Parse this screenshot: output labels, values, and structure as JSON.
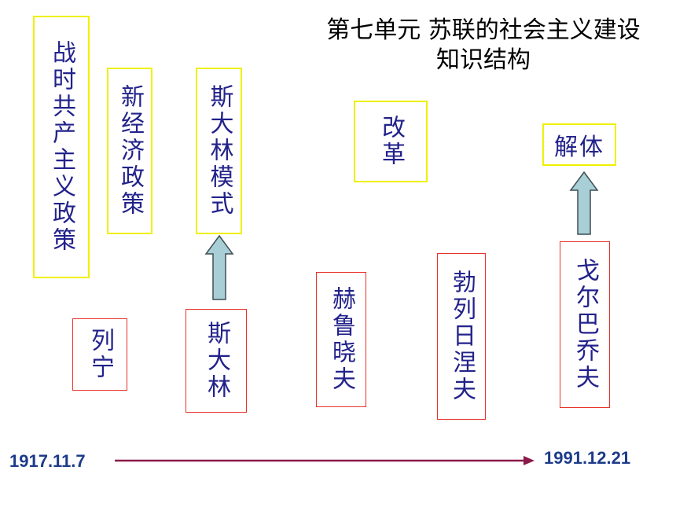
{
  "title": {
    "line1": "第七单元  苏联的社会主义建设",
    "line2": "知识结构"
  },
  "policies": {
    "war_communism": "战时共产主义政策",
    "nep": "新经济政策",
    "stalin_model": "斯大林模式",
    "reform": "改革",
    "dissolution": "解体"
  },
  "leaders": {
    "lenin": "列宁",
    "stalin": "斯大林",
    "khrushchev": "赫鲁晓夫",
    "brezhnev": "勃列日涅夫",
    "gorbachev": "戈尔巴乔夫"
  },
  "timeline": {
    "start": "1917.11.7",
    "end": "1991.12.21"
  },
  "colors": {
    "policy_border": "#f0f000",
    "leader_border": "#e8332a",
    "text": "#22228b",
    "timeline_arrow": "#8b1a4a",
    "up_arrow_fill": "#a9cfd6",
    "date_text": "#1d3b8a"
  }
}
